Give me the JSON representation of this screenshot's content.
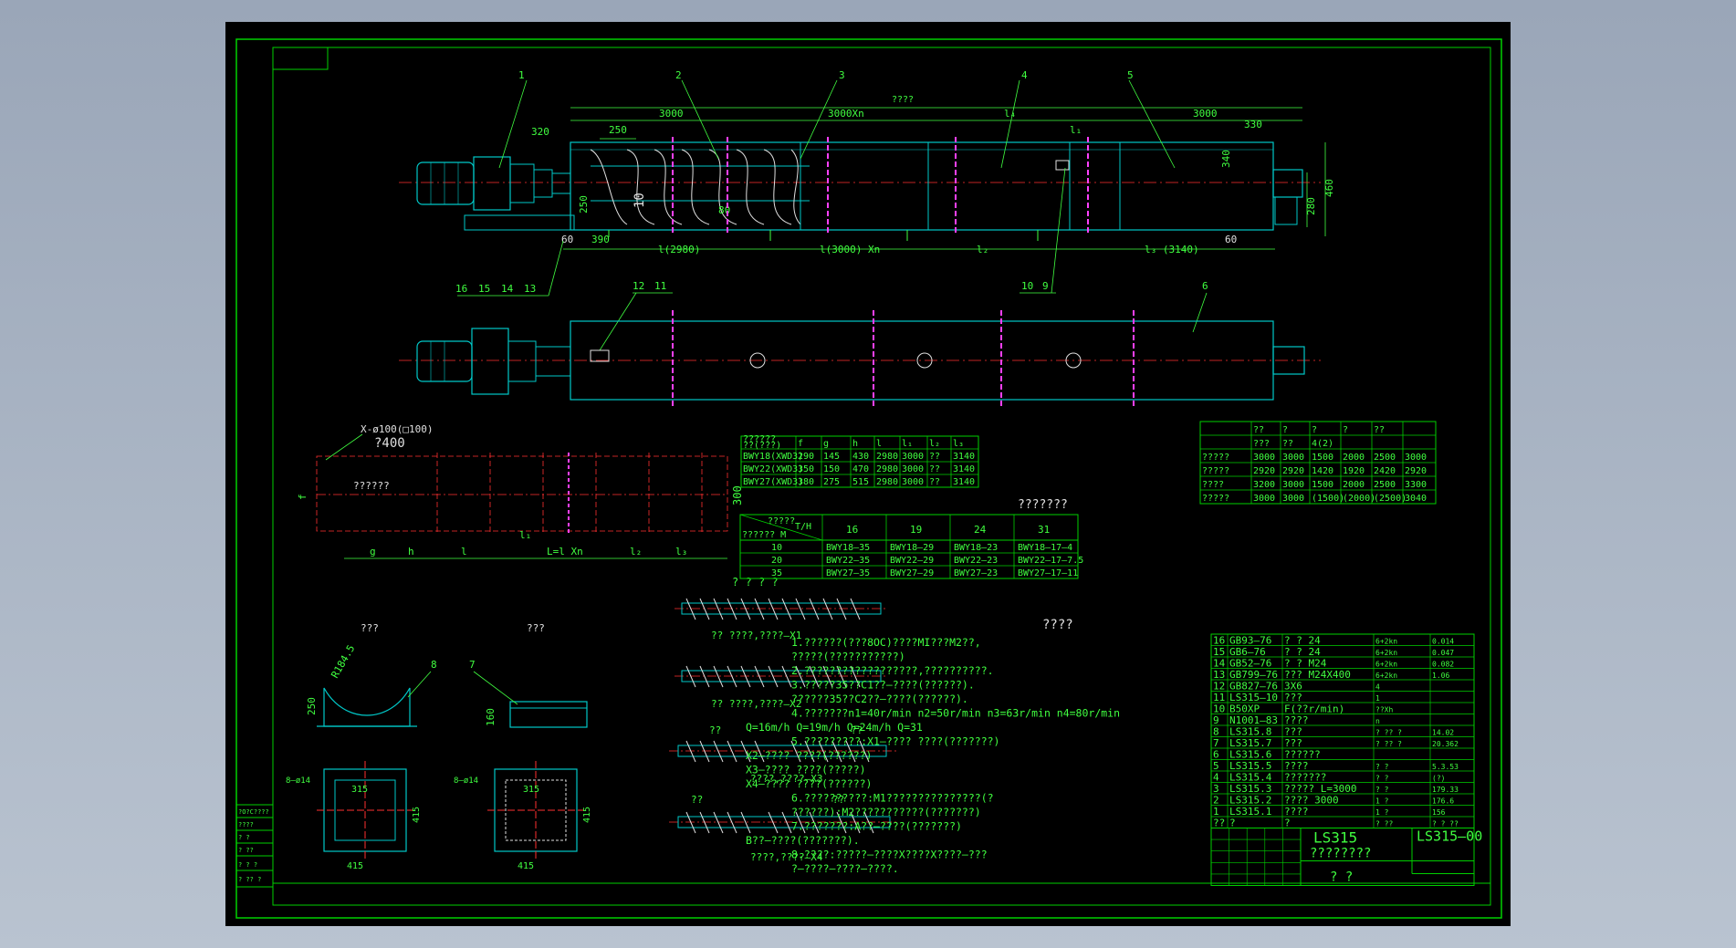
{
  "colors": {
    "frame": "#00d000",
    "outline": "#00c8c8",
    "dim": "#40ff40",
    "center": "#ff3030",
    "flange": "#ff40ff",
    "text": "#40ff40",
    "white": "#e0e0e0"
  },
  "top_view": {
    "total_label": "????",
    "dims_top": [
      "3000",
      "3000Xn",
      "l₄",
      "l₁",
      "3000"
    ],
    "left_gap": "320",
    "pitch": "250",
    "right_gap": "330",
    "height_right": "340",
    "overall_h": "460",
    "shaft_h": "280",
    "inner_h": "250",
    "pitch_small": "10",
    "dim_80": "80",
    "left_bot": [
      "60",
      "390"
    ],
    "right_bot": "60",
    "lower_dims": [
      "l(2980)",
      "l(3000) Xn",
      "l₂",
      "l₃ (3140)"
    ]
  },
  "callouts_top": [
    "1",
    "2",
    "3",
    "4",
    "5"
  ],
  "callouts_mid": [
    "16",
    "15",
    "14",
    "13",
    "12",
    "11",
    "10",
    "9",
    "6"
  ],
  "foundation": {
    "hole_label": "X-ø100(□100)",
    "sub_label": "?400",
    "center_label": "??????",
    "side_v": "300",
    "left_v": "f",
    "bottom": [
      "g",
      "h",
      "l",
      "l₁",
      "L=l Xn",
      "l₂",
      "l₃"
    ]
  },
  "param_table": {
    "header": [
      "??????\n??(???)",
      "f",
      "g",
      "h",
      "l",
      "l₁",
      "l₂",
      "l₃"
    ],
    "rows": [
      [
        "BWY18(XWD3)",
        "290",
        "145",
        "430",
        "2980",
        "3000",
        "??",
        "3140"
      ],
      [
        "BWY22(XWD3)",
        "350",
        "150",
        "470",
        "2980",
        "3000",
        "??",
        "3140"
      ],
      [
        "BWY27(XWD3)",
        "380",
        "275",
        "515",
        "2980",
        "3000",
        "??",
        "3140"
      ]
    ]
  },
  "right_table": {
    "header": [
      "",
      "??",
      "?",
      "?",
      "?",
      "??"
    ],
    "sub": [
      "???",
      "??",
      "4(2)"
    ],
    "rows": [
      [
        "?????",
        "3000",
        "3000",
        "1500",
        "2000",
        "2500",
        "3000"
      ],
      [
        "?????",
        "2920",
        "2920",
        "1420",
        "1920",
        "2420",
        "2920"
      ],
      [
        "????",
        "3200",
        "3000",
        "1500",
        "2000",
        "2500",
        "3300"
      ],
      [
        "?????",
        "3000",
        "3000",
        "(1500)",
        "(2000)",
        "(2500)",
        "3040"
      ]
    ]
  },
  "motor_table": {
    "title": "???????",
    "corner_top": "?????",
    "corner_th": "T/H",
    "corner_bot": "?????? M",
    "cols": [
      "16",
      "19",
      "24",
      "31"
    ],
    "rows": [
      [
        "10",
        "BWY18–35",
        "BWY18–29",
        "BWY18–23",
        "BWY18–17–4"
      ],
      [
        "20",
        "BWY22–35",
        "BWY22–29",
        "BWY22–23",
        "BWY22–17–7.5"
      ],
      [
        "35",
        "BWY27–35",
        "BWY27–29",
        "BWY27–23",
        "BWY27–17–11"
      ]
    ]
  },
  "screws": {
    "title": "? ? ? ?",
    "labels": [
      "??    ????,????–X1",
      "??    ????,????–X2",
      "????,????–X3",
      "????,????–X4"
    ],
    "top_marks": [
      "??",
      "??",
      "??",
      "??"
    ]
  },
  "supports": {
    "label_a": "???",
    "label_b": "???",
    "r_dim": "R184.5",
    "num_8": "8",
    "num_7": "7",
    "h_250": "250",
    "h_160": "160"
  },
  "flanges": {
    "left_bolts": "8–ø14",
    "right_bolts": "8–ø14",
    "inner": "315",
    "outer": "415"
  },
  "notes": {
    "title": "????",
    "lines": [
      "1.??????(???8OC)????MI???M2??,",
      "   ?????(???????????)",
      "2.??????????????????,??????????.",
      "3.?????35??C1??–????(??????).",
      "??????35??C2??–????(??????).",
      "4.???????n1=40r/min n2=50r/min n3=63r/min n4=80r/min",
      "Q=16m/h    Q=19m/h    Q=24m/h    Q=31",
      "5.?????????:X1–????  ????(???????)",
      "X2–????  ????(??????)",
      "X3–????  ????(?????)",
      "X4–????  ????(??????)",
      "6.??????????:M1???????????????(?",
      "??????);M2???????????(???????)",
      "7.???????:A??–????(???????)",
      "B??–????(???????).",
      "8.????:?????–????X????X????–???",
      "?–????–????–????."
    ]
  },
  "bom": {
    "rows": [
      [
        "16",
        "GB93–76",
        "? ? 24",
        "6+2kn",
        "0.014"
      ],
      [
        "15",
        "GB6–76",
        "? ? 24",
        "6+2kn",
        "0.047"
      ],
      [
        "14",
        "GB52–76",
        "? ? M24",
        "6+2kn",
        "0.082"
      ],
      [
        "13",
        "GB799–76",
        "??? M24X400",
        "6+2kn",
        "1.06"
      ],
      [
        "12",
        "GB827–76",
        "3X6",
        "4",
        ""
      ],
      [
        "11",
        "LS315–10",
        "???",
        "1",
        ""
      ],
      [
        "10",
        "B50XP",
        "F(??r/min)",
        "??Xh",
        ""
      ],
      [
        "9",
        "N1001–83",
        "????",
        "n",
        ""
      ],
      [
        "8",
        "LS315.8",
        "???",
        "?  ??  ?",
        "14.02"
      ],
      [
        "7",
        "LS315.7",
        "???",
        "?  ??  ?",
        "20.362"
      ],
      [
        "6",
        "LS315.6",
        "??????",
        "",
        ""
      ],
      [
        "5",
        "LS315.5",
        "????",
        "?  ?",
        "5.3.53"
      ],
      [
        "4",
        "LS315.4",
        "???????",
        "?  ?",
        "(?)"
      ],
      [
        "3",
        "LS315.3",
        "?????  L=3000",
        "?  ?",
        "179.33"
      ],
      [
        "2",
        "LS315.2",
        "????   3000",
        "1  ?",
        "176.6"
      ],
      [
        "1",
        "LS315.1",
        "????",
        "1  ?",
        "156"
      ]
    ],
    "header": [
      "??",
      "?",
      "?",
      "?  ??",
      "? ? ??"
    ],
    "drawing_no": "LS315",
    "drawing_code": "LS315–00",
    "name": "????????",
    "company": "?  ?"
  },
  "left_strip": [
    "?O?C????",
    "????",
    "?  ?",
    "?  ??",
    "? ? ?",
    "? ?? ?"
  ]
}
